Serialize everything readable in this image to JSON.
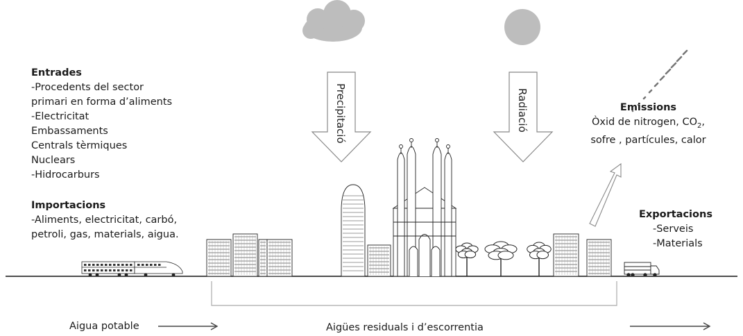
{
  "entrades": {
    "heading": "Entrades",
    "lines": [
      "-Procedents del sector",
      "primari en forma d’aliments",
      "-Electricitat",
      "Embassaments",
      "Centrals tèrmiques",
      "Nuclears",
      "-Hidrocarburs"
    ]
  },
  "importacions": {
    "heading": "Importacions",
    "lines": [
      "-Aliments, electricitat, carbó,",
      "petroli, gas, materials, aigua."
    ]
  },
  "emissions": {
    "heading": "Emissions",
    "line1_pre": "Òxid de nitrogen, CO",
    "line1_sub": "2",
    "line1_post": ",",
    "line2": "sofre , partícules, calor"
  },
  "exportacions": {
    "heading": "Exportacions",
    "lines": [
      "-Serveis",
      "-Materials"
    ]
  },
  "arrows": {
    "precipitacio": "Precipitació",
    "radiacio": "Radiació"
  },
  "bottom": {
    "aigua_potable": "Aigua potable",
    "aigues_residuals": "Aigües residuals i d’escorrentia"
  }
}
